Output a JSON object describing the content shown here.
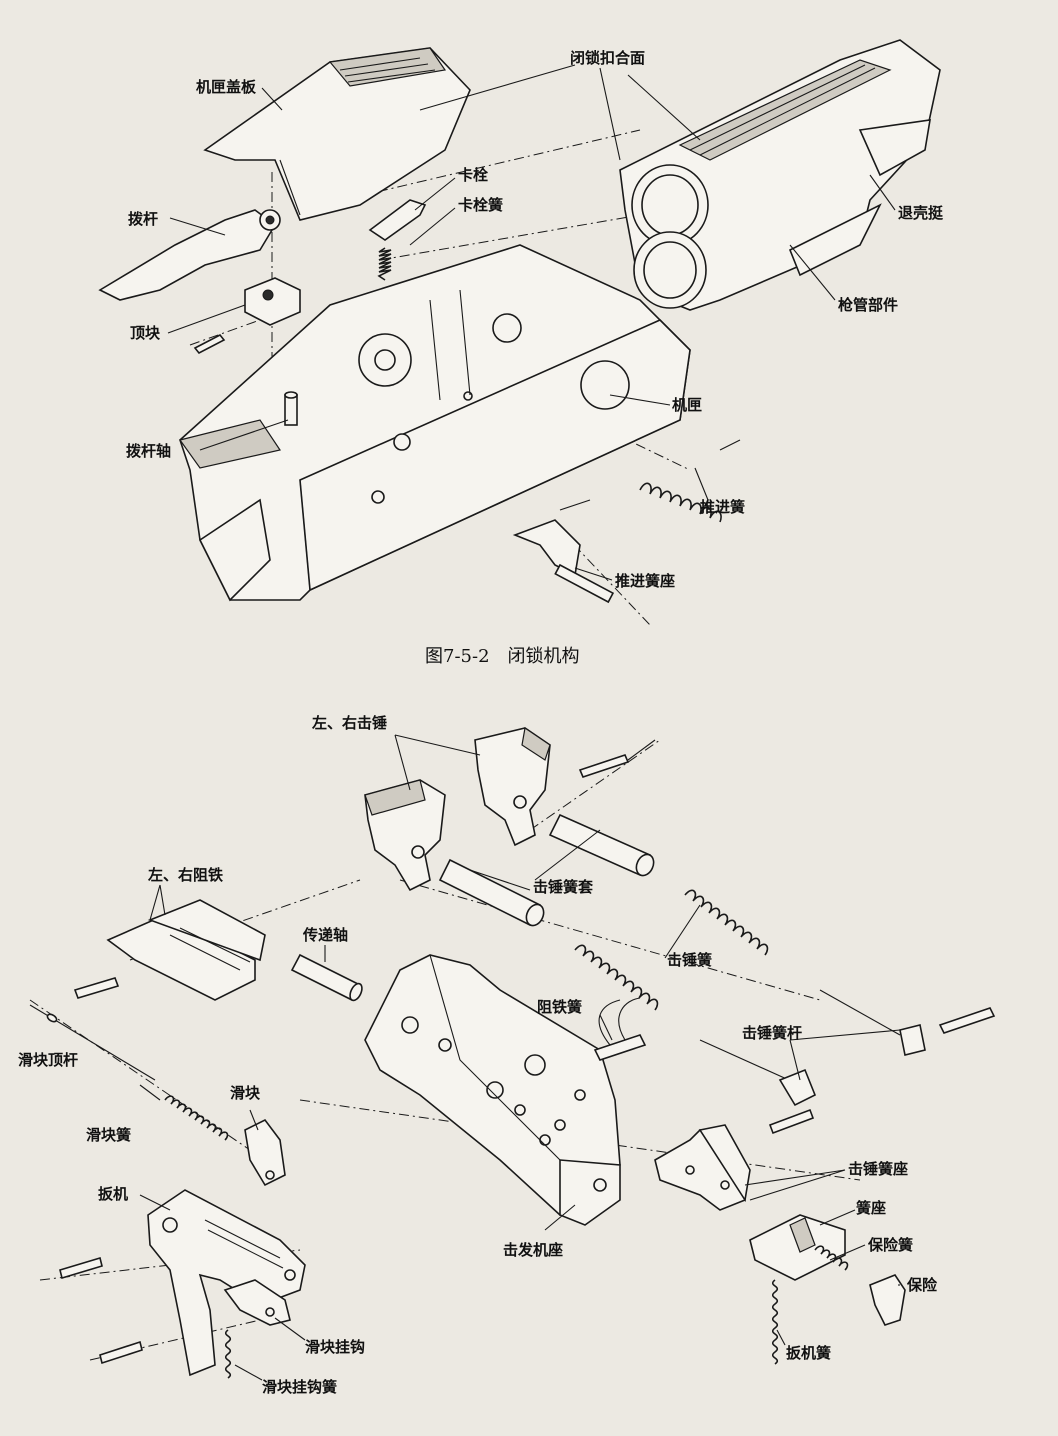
{
  "figure1": {
    "caption": "图7-5-2　闭锁机构",
    "labels": {
      "cover_plate": "机匣盖板",
      "locking_faces": "闭锁扣合面",
      "latch": "卡栓",
      "latch_spring": "卡栓簧",
      "lever": "拨杆",
      "top_block": "顶块",
      "lever_shaft": "拨杆轴",
      "extractor": "退壳挺",
      "barrel_assembly": "枪管部件",
      "receiver": "机匣",
      "push_spring": "推进簧",
      "push_spring_seat": "推进簧座"
    }
  },
  "figure2": {
    "labels": {
      "hammers": "左、右击锤",
      "sears": "左、右阻铁",
      "transfer_shaft": "传递轴",
      "hammer_spring_sleeve": "击锤簧套",
      "hammer_spring": "击锤簧",
      "sear_spring": "阻铁簧",
      "hammer_spring_rod": "击锤簧杆",
      "slider_push_rod": "滑块顶杆",
      "slider_spring": "滑块簧",
      "slider": "滑块",
      "trigger": "扳机",
      "hammer_spring_seat": "击锤簧座",
      "spring_seat": "簧座",
      "safety_spring": "保险簧",
      "safety": "保险",
      "firing_mechanism_base": "击发机座",
      "slider_hook": "滑块挂钩",
      "trigger_spring": "扳机簧",
      "slider_hook_spring": "滑块挂钩簧"
    }
  }
}
